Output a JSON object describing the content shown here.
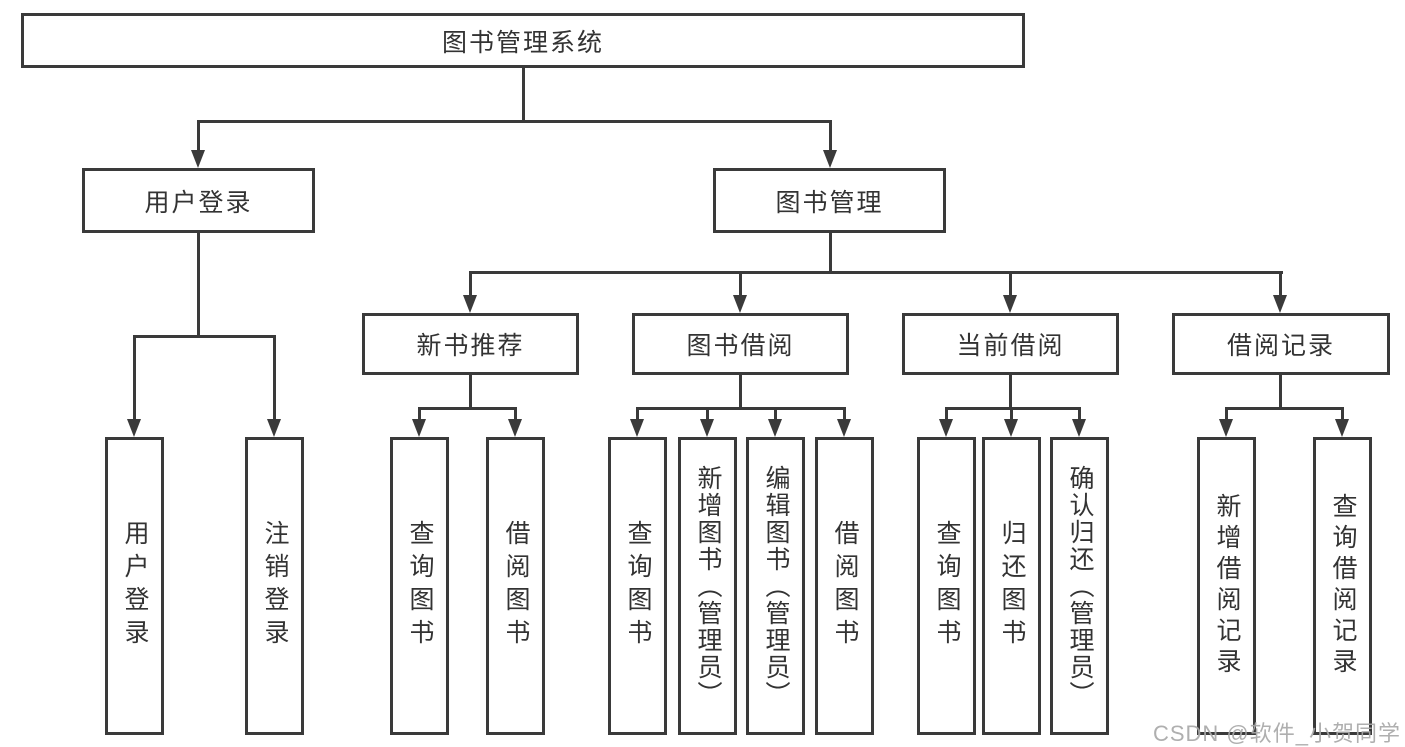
{
  "diagram_type": "hierarchy-tree",
  "tree": {
    "label": "图书管理系统",
    "children": [
      {
        "label": "用户登录",
        "children": [
          {
            "label": "用户登录"
          },
          {
            "label": "注销登录"
          }
        ]
      },
      {
        "label": "图书管理",
        "children": [
          {
            "label": "新书推荐",
            "children": [
              {
                "label": "查询图书"
              },
              {
                "label": "借阅图书"
              }
            ]
          },
          {
            "label": "图书借阅",
            "children": [
              {
                "label": "查询图书"
              },
              {
                "label": "新增图书（管理员）"
              },
              {
                "label": "编辑图书（管理员）"
              },
              {
                "label": "借阅图书"
              }
            ]
          },
          {
            "label": "当前借阅",
            "children": [
              {
                "label": "查询图书"
              },
              {
                "label": "归还图书"
              },
              {
                "label": "确认归还（管理员）"
              }
            ]
          },
          {
            "label": "借阅记录",
            "children": [
              {
                "label": "新增借阅记录"
              },
              {
                "label": "查询借阅记录"
              }
            ]
          }
        ]
      }
    ]
  },
  "watermark": {
    "text": "CSDN @软件_小贺同学"
  },
  "colors": {
    "background": "#ffffff",
    "box_border": "#3a3a3a",
    "connector": "#3a3a3a",
    "text": "#333333",
    "watermark": "#a8a8a8"
  }
}
